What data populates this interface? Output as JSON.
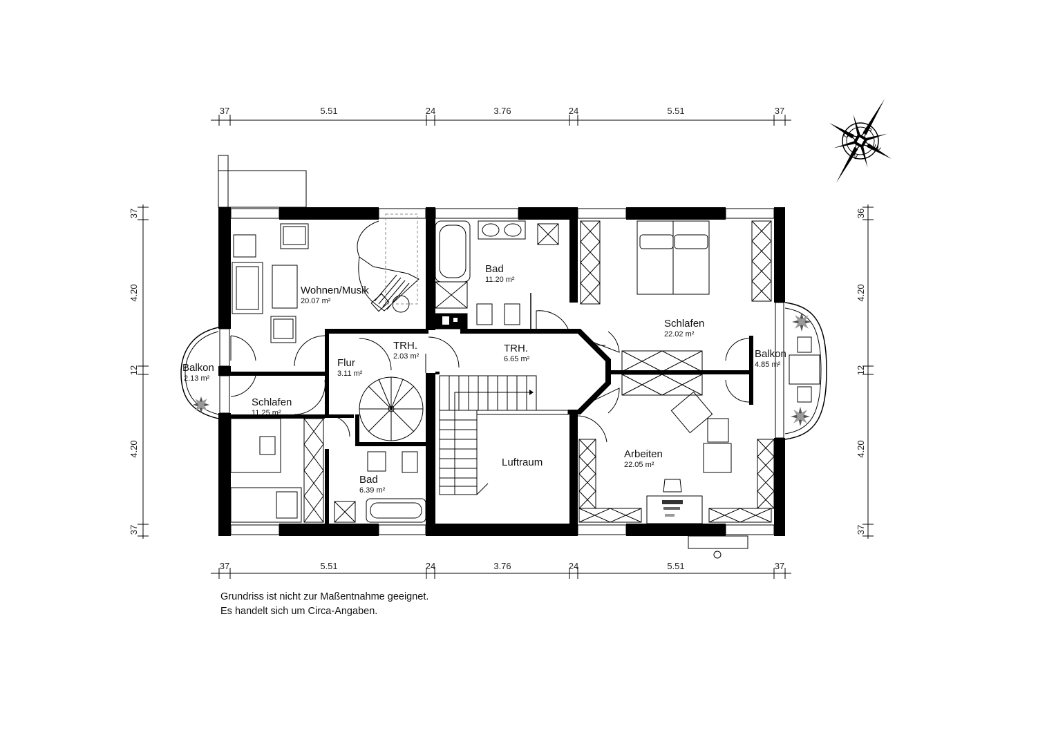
{
  "dimensions": {
    "top": [
      "37",
      "5.51",
      "24",
      "3.76",
      "24",
      "5.51",
      "37"
    ],
    "bottom": [
      "37",
      "5.51",
      "24",
      "3.76",
      "24",
      "5.51",
      "37"
    ],
    "left": [
      "37",
      "4.20",
      "12",
      "4.20",
      "37"
    ],
    "right": [
      "36",
      "4.20",
      "12",
      "4.20",
      "37"
    ]
  },
  "rooms": {
    "wohnen": {
      "name": "Wohnen/Musik",
      "area": "20.07 m²"
    },
    "bad_top": {
      "name": "Bad",
      "area": "11.20 m²"
    },
    "schlafen_right": {
      "name": "Schlafen",
      "area": "22.02 m²"
    },
    "balkon_left": {
      "name": "Balkon",
      "area": "2.13 m²"
    },
    "balkon_right": {
      "name": "Balkon",
      "area": "4.85 m²"
    },
    "flur": {
      "name": "Flur",
      "area": "3.11 m²"
    },
    "trh_small": {
      "name": "TRH.",
      "area": "2.03 m²"
    },
    "trh_large": {
      "name": "TRH.",
      "area": "6.65 m²"
    },
    "schlafen_left": {
      "name": "Schlafen",
      "area": "11.25 m²"
    },
    "luftraum": {
      "name": "Luftraum"
    },
    "arbeiten": {
      "name": "Arbeiten",
      "area": "22.05 m²"
    },
    "bad_bottom": {
      "name": "Bad",
      "area": "6.39 m²"
    }
  },
  "compass": {
    "labels": [
      "S",
      "W",
      "N",
      "O"
    ]
  },
  "note": {
    "line1": "Grundriss ist nicht zur Maßentnahme geeignet.",
    "line2": "Es handelt sich um Circa-Angaben."
  }
}
